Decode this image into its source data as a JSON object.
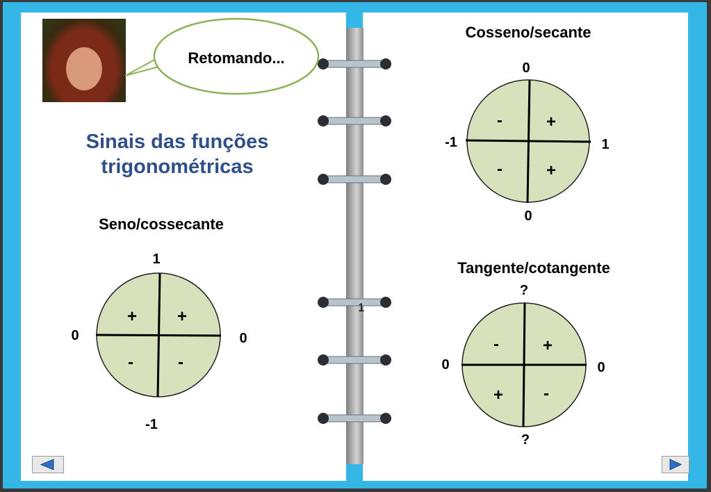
{
  "speech_bubble": {
    "text": "Retomando..."
  },
  "heading": {
    "line1": "Sinais das funções",
    "line2": "trigonométricas"
  },
  "spine_label": "1",
  "colors": {
    "frame": "#34b7e6",
    "circle_fill": "#d7e2bc",
    "heading": "#2f4f88",
    "bubble_border": "#8fb15a"
  },
  "diagrams": {
    "seno": {
      "title": "Seno/cossecante",
      "top": "1",
      "bottom": "-1",
      "left": "0",
      "right": "0",
      "quadrant_signs": {
        "q1": "+",
        "q2": "+",
        "q3": "-",
        "q4": "-"
      }
    },
    "cosseno": {
      "title": "Cosseno/secante",
      "top": "0",
      "bottom": "0",
      "left": "-1",
      "right": "1",
      "quadrant_signs": {
        "q1": "+",
        "q2": "-",
        "q3": "-",
        "q4": "+"
      }
    },
    "tangente": {
      "title": "Tangente/cotangente",
      "top": "?",
      "bottom": "?",
      "left": "0",
      "right": "0",
      "quadrant_signs": {
        "q1": "+",
        "q2": "-",
        "q3": "+",
        "q4": "-"
      }
    }
  },
  "nav": {
    "prev_icon": "triangle-left-icon",
    "next_icon": "triangle-right-icon"
  }
}
